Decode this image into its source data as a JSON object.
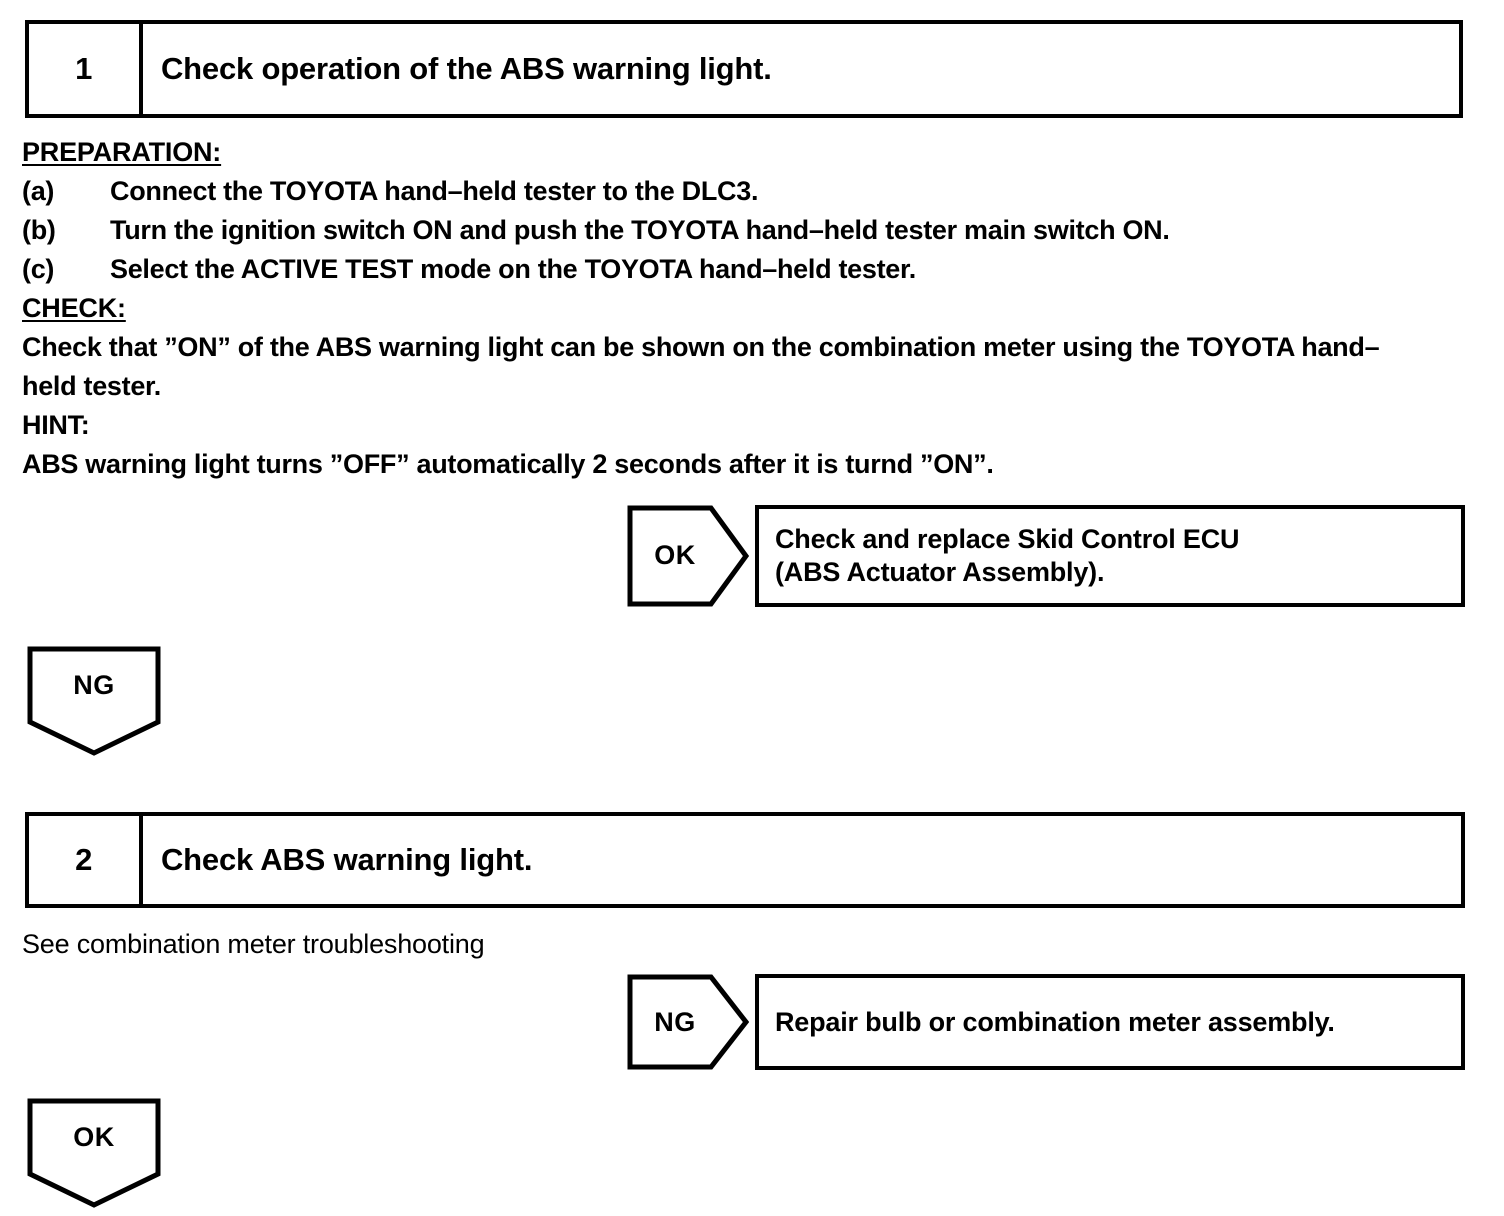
{
  "document": {
    "type": "service-manual-troubleshooting-flow",
    "title": "Check operation of the ABS warning light."
  },
  "steps": [
    {
      "number": "1",
      "title": "Check operation of the ABS warning light.",
      "sections": [
        {
          "heading": "PREPARATION:"
        },
        {
          "label": "(a)",
          "text": "Connect the TOYOTA hand–held tester to the DLC3."
        },
        {
          "label": "(b)",
          "text": "Turn the ignition switch ON and push the TOYOTA hand–held tester main switch ON."
        },
        {
          "label": "(c)",
          "text": "Select the ACTIVE TEST mode on the TOYOTA hand–held tester."
        },
        {
          "heading": "CHECK:"
        }
      ],
      "check_line_1": "Check that ”ON” of the ABS warning light can be shown on the combination meter using the TOYOTA hand–",
      "check_line_2": "held tester.",
      "hint_label": "HINT:",
      "hint_text": "ABS warning light turns ”OFF” automatically 2 seconds after it is turnd ”ON”.",
      "result": {
        "judgement": "OK",
        "action_line_1": "Check and replace Skid Control ECU",
        "action_line_2": "(ABS Actuator Assembly)."
      },
      "continue": {
        "judgement": "NG"
      }
    },
    {
      "number": "2",
      "title": "Check ABS warning light.",
      "note": "See combination meter troubleshooting",
      "result": {
        "judgement": "NG",
        "action_line_1": "Repair bulb or combination meter assembly."
      },
      "continue": {
        "judgement": "OK"
      }
    }
  ],
  "colors": {
    "ink": "#000000",
    "paper": "#ffffff"
  }
}
